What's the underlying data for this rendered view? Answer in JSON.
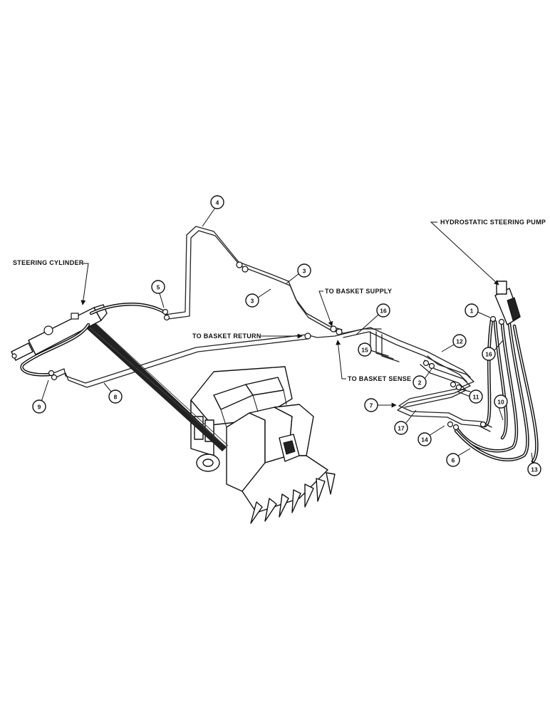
{
  "labels": {
    "steering_cylinder": "STEERING CYLINDER",
    "hydrostatic_pump": "HYDROSTATIC STEERING PUMP",
    "basket_supply": "TO BASKET SUPPLY",
    "basket_return": "TO BASKET RETURN",
    "basket_sense": "TO BASKET SENSE"
  },
  "callouts": [
    "1",
    "2",
    "3",
    "3",
    "4",
    "5",
    "6",
    "7",
    "8",
    "9",
    "10",
    "11",
    "12",
    "13",
    "14",
    "15",
    "16",
    "16",
    "17"
  ]
}
